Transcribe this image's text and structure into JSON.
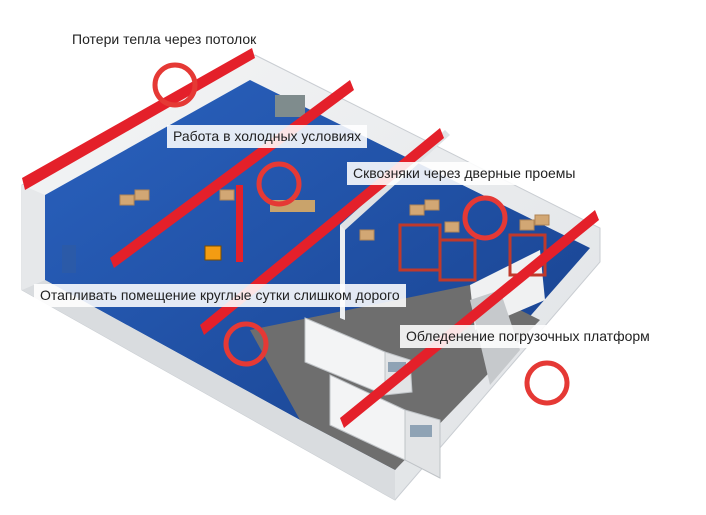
{
  "colors": {
    "beam": "#e4202a",
    "marker_ring": "#e53935",
    "floor": "#1d4fa3",
    "wall": "#eef0f2",
    "loading_dock": "#6e6e6e"
  },
  "callouts": {
    "ceiling_heat_loss": "Потери тепла через потолок",
    "cold_conditions": "Работа в холодных условиях",
    "door_drafts": "Сквозняки через дверные проемы",
    "heating_cost": "Отапливать помещение круглые сутки слишком дорого",
    "dock_icing": "Обледенение погрузочных платформ"
  }
}
